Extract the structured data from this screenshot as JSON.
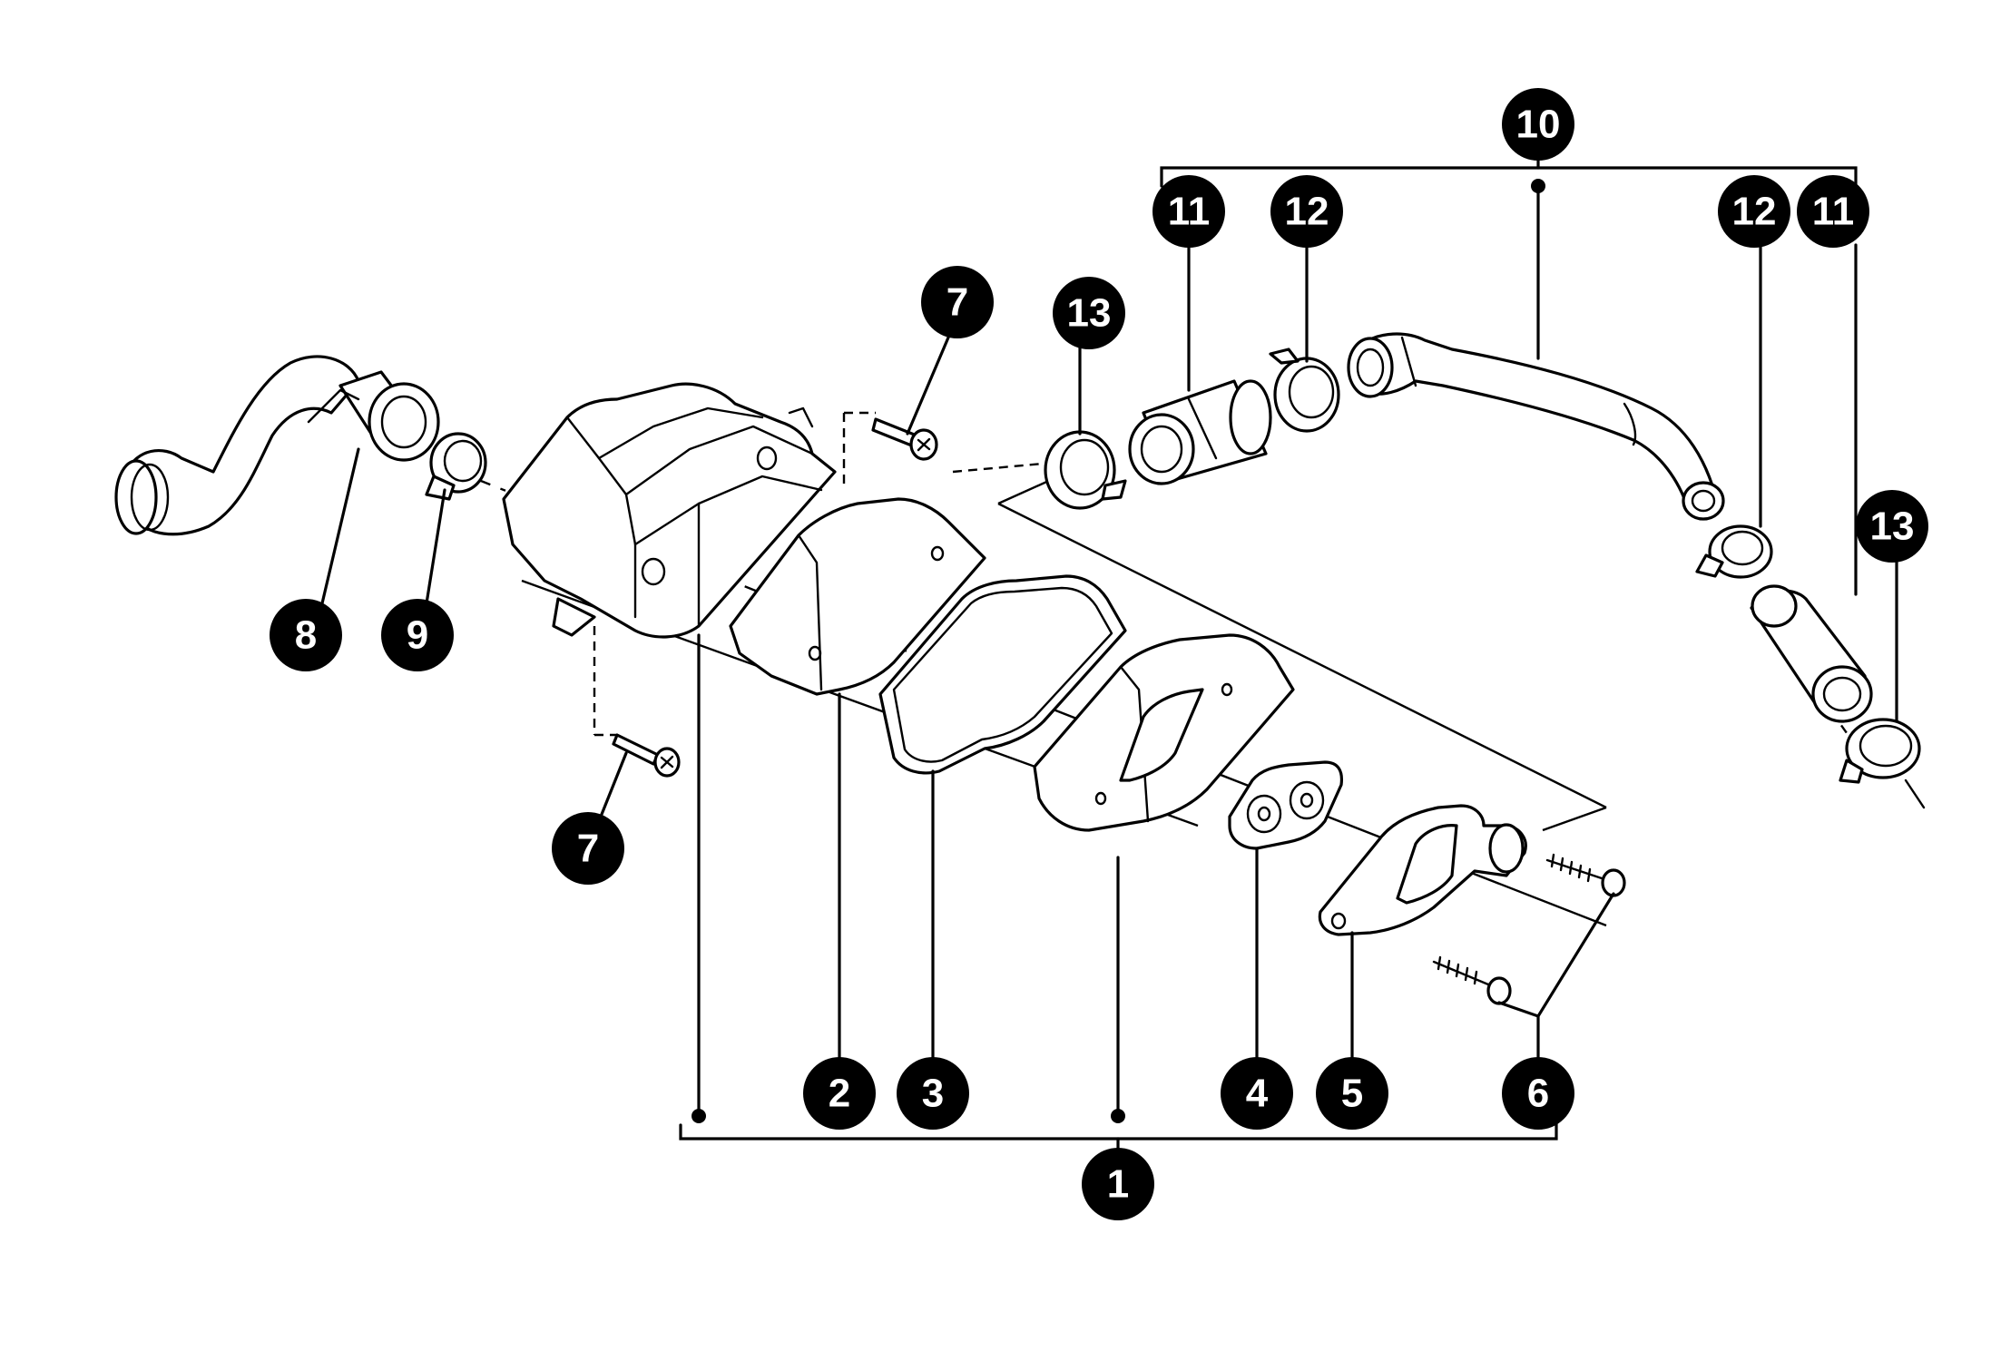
{
  "diagram": {
    "type": "exploded-parts-view",
    "callouts": [
      {
        "id": "c1",
        "label": "1"
      },
      {
        "id": "c2",
        "label": "2"
      },
      {
        "id": "c3",
        "label": "3"
      },
      {
        "id": "c4",
        "label": "4"
      },
      {
        "id": "c5",
        "label": "5"
      },
      {
        "id": "c6",
        "label": "6"
      },
      {
        "id": "c7a",
        "label": "7"
      },
      {
        "id": "c7b",
        "label": "7"
      },
      {
        "id": "c8",
        "label": "8"
      },
      {
        "id": "c9",
        "label": "9"
      },
      {
        "id": "c10",
        "label": "10"
      },
      {
        "id": "c11a",
        "label": "11"
      },
      {
        "id": "c11b",
        "label": "11"
      },
      {
        "id": "c12a",
        "label": "12"
      },
      {
        "id": "c12b",
        "label": "12"
      },
      {
        "id": "c13a",
        "label": "13"
      },
      {
        "id": "c13b",
        "label": "13"
      }
    ],
    "colors": {
      "line": "#000000",
      "background": "#ffffff",
      "callout_fill": "#000000",
      "callout_text": "#ffffff"
    }
  }
}
